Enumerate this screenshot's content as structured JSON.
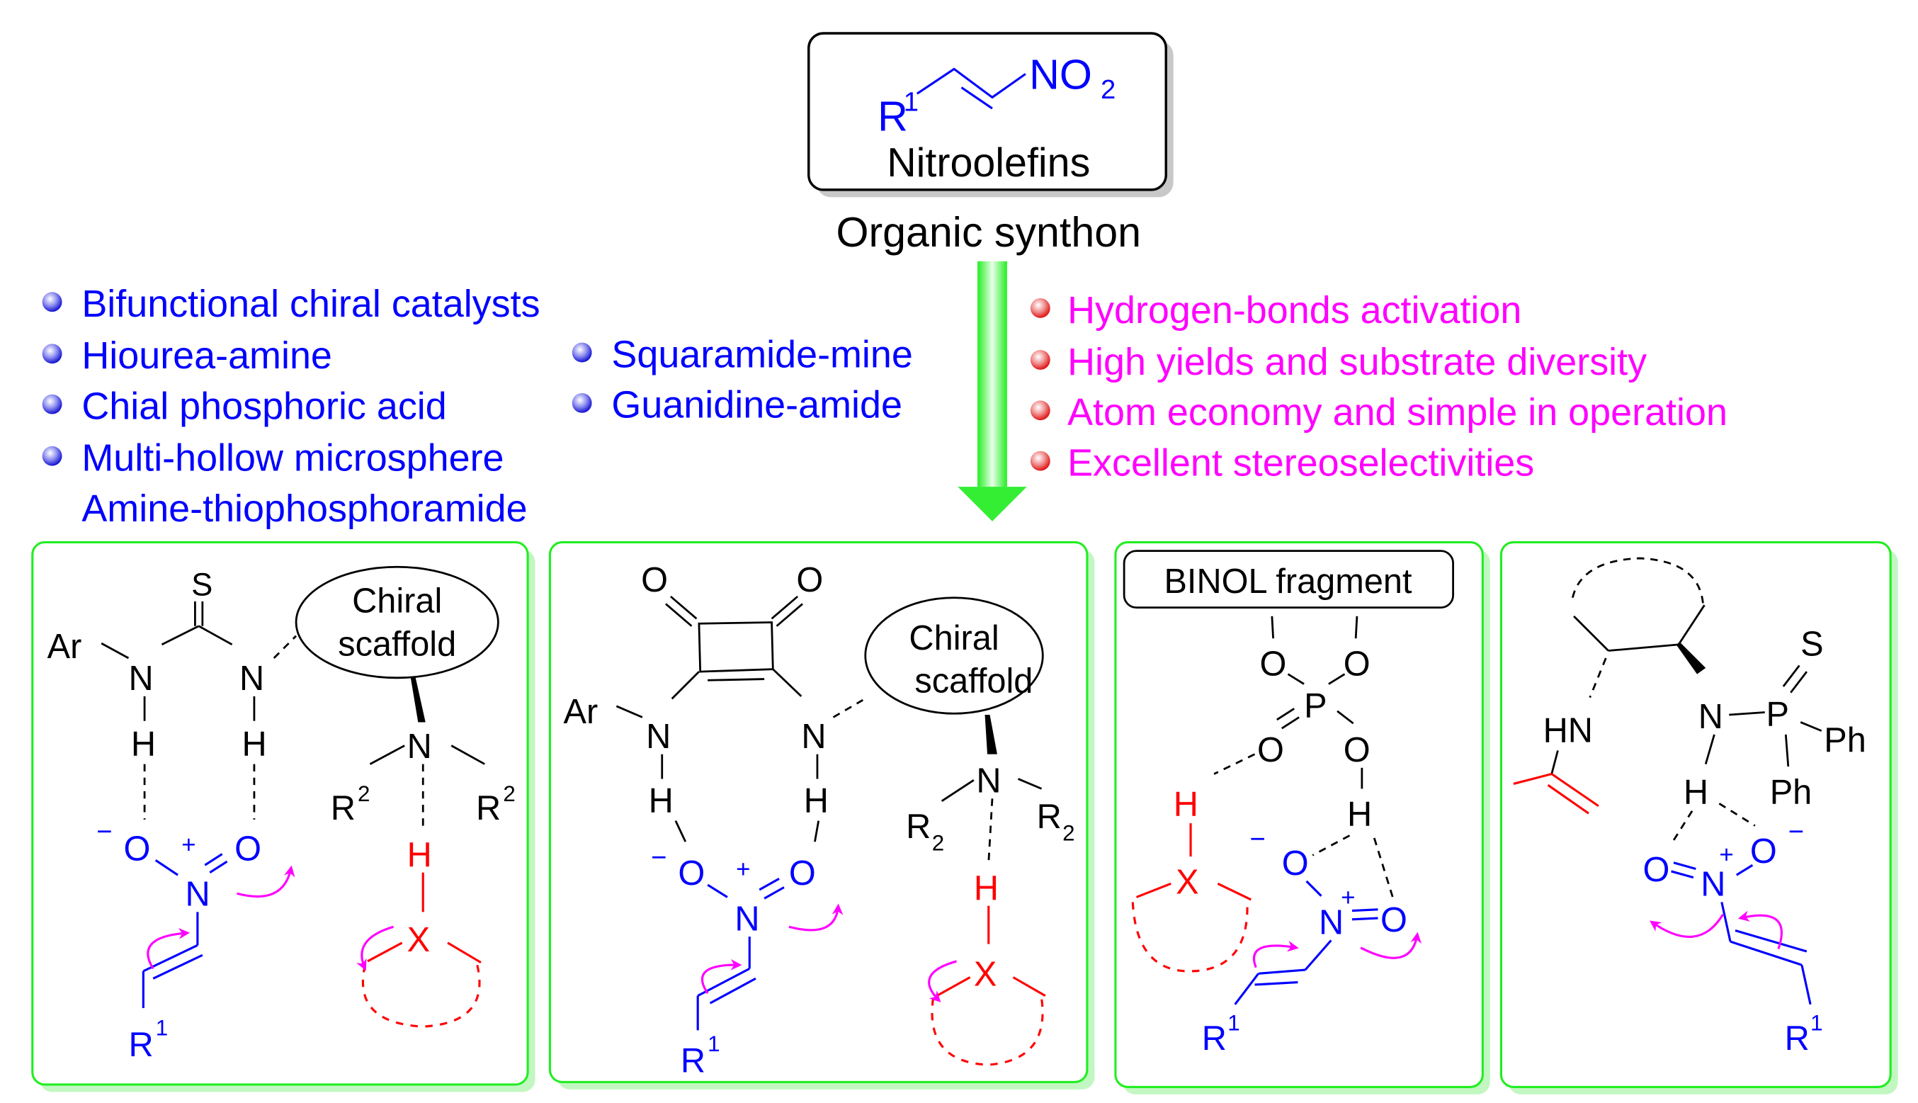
{
  "header": {
    "molecule_label": "Nitroolefins",
    "r_group": "R",
    "r_sup": "1",
    "nitro": "NO",
    "nitro_sub": "2",
    "synthon_label": "Organic synthon"
  },
  "catalysts_list": {
    "bullet_color": "#0000ff",
    "items": [
      "Bifunctional chiral catalysts",
      "Hiourea-amine",
      "Chial phosphoric acid",
      "Multi-hollow microsphere",
      "Amine-thiophosphoramide",
      "Squaramide-mine",
      "Guanidine-amide"
    ]
  },
  "advantages_list": {
    "bullet_color": "#ff0000",
    "text_color": "#ff00ff",
    "items": [
      "Hydrogen-bonds activation",
      "High yields and substrate diversity",
      "Atom economy and simple in operation",
      "Excellent stereoselectivities"
    ]
  },
  "arrow": {
    "color": "#33ee33",
    "direction": "down"
  },
  "panels": [
    {
      "name": "thiourea-amine",
      "labels": {
        "S": "S",
        "Ar": "Ar",
        "N": "N",
        "H": "H",
        "O": "O",
        "minus": "−",
        "plus": "+",
        "R": "R",
        "sup1": "1",
        "sup2": "2",
        "X": "X",
        "chiral": "Chiral",
        "scaffold": "scaffold"
      }
    },
    {
      "name": "squaramide-amine",
      "labels": {
        "O": "O",
        "Ar": "Ar",
        "N": "N",
        "H": "H",
        "minus": "−",
        "plus": "+",
        "R": "R",
        "sup1": "1",
        "sub2": "2",
        "X": "X",
        "chiral": "Chiral",
        "scaffold": "scaffold"
      }
    },
    {
      "name": "chiral-phosphoric-acid",
      "labels": {
        "binol": "BINOL fragment",
        "O": "O",
        "P": "P",
        "H": "H",
        "X": "X",
        "N": "N",
        "minus": "−",
        "plus": "+",
        "R": "R",
        "sup1": "1"
      }
    },
    {
      "name": "amine-thiophosphoramide",
      "labels": {
        "HN": "HN",
        "N": "N",
        "P": "P",
        "S": "S",
        "Ph": "Ph",
        "H": "H",
        "O": "O",
        "minus": "−",
        "plus": "+",
        "R": "R",
        "sup1": "1"
      }
    }
  ]
}
